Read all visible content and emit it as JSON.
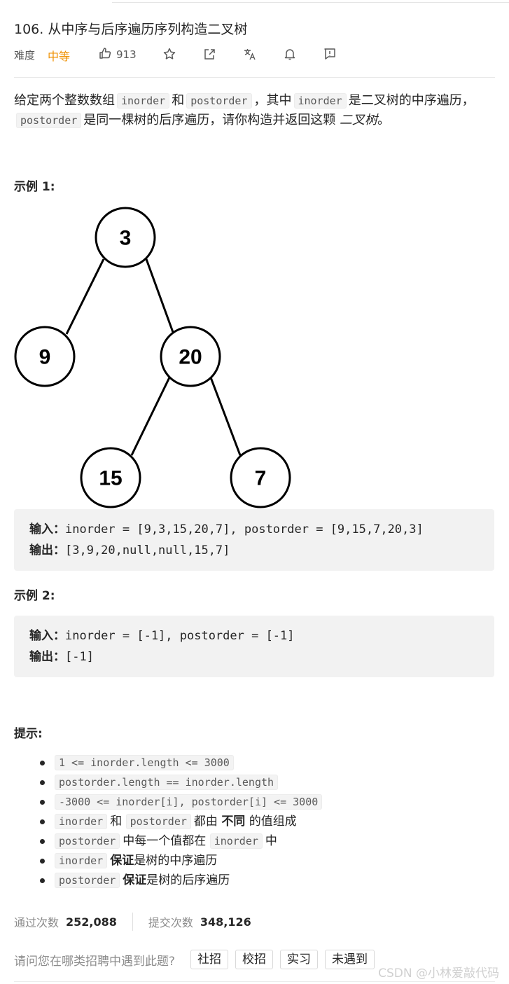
{
  "problem": {
    "title": "106. 从中序与后序遍历序列构造二叉树",
    "difficulty_label": "难度",
    "difficulty": "中等",
    "likes": "913",
    "icons": [
      "thumb-up-icon",
      "star-icon",
      "share-icon",
      "translate-icon",
      "bell-icon",
      "feedback-icon"
    ]
  },
  "description": {
    "p1": "给定两个整数数组",
    "c1": "inorder",
    "p2": "和",
    "c2": "postorder",
    "p3": "，其中",
    "c3": "inorder",
    "p4": "是二叉树的中序遍历，",
    "c4": "postorder",
    "p5": "是同一棵树的后序遍历，请你构造并返回这颗",
    "em": "二叉树",
    "p6": "。"
  },
  "example1": {
    "heading": "示例 1:",
    "tree": [
      "3",
      "9",
      "20",
      "15",
      "7"
    ],
    "input_label": "输入：",
    "input": "inorder = [9,3,15,20,7], postorder = [9,15,7,20,3]",
    "output_label": "输出：",
    "output": "[3,9,20,null,null,15,7]"
  },
  "example2": {
    "heading": "示例 2:",
    "input_label": "输入：",
    "input": "inorder = [-1], postorder = [-1]",
    "output_label": "输出：",
    "output": "[-1]"
  },
  "hints": {
    "heading": "提示:",
    "h1": "1 <= inorder.length <= 3000",
    "h2": "postorder.length == inorder.length",
    "h3": "-3000 <= inorder[i], postorder[i] <= 3000",
    "h4_c1": "inorder",
    "h4_t1": "和",
    "h4_c2": "postorder",
    "h4_t2": "都由",
    "h4_b": "不同",
    "h4_t3": "的值组成",
    "h5_c1": "postorder",
    "h5_t1": "中每一个值都在",
    "h5_c2": "inorder",
    "h5_t2": "中",
    "h6_c": "inorder",
    "h6_b": "保证",
    "h6_t": "是树的中序遍历",
    "h7_c": "postorder",
    "h7_b": "保证",
    "h7_t": "是树的后序遍历"
  },
  "stats": {
    "accepted_label": "通过次数",
    "accepted": "252,088",
    "submitted_label": "提交次数",
    "submitted": "348,126"
  },
  "interview": {
    "question": "请问您在哪类招聘中遇到此题?",
    "tags": [
      "社招",
      "校招",
      "实习",
      "未遇到"
    ]
  },
  "watermark": "CSDN @小林爱敲代码",
  "colors": {
    "medium": "#ef9000",
    "code_bg": "#f2f2f2"
  }
}
